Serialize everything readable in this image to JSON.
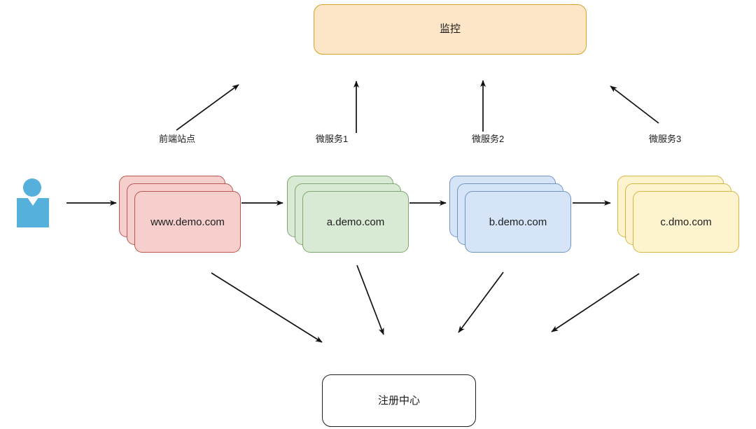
{
  "diagram": {
    "title_top": "监控",
    "title_bottom": "注册中心",
    "nodes": {
      "monitor": {
        "label": "监控",
        "fill": "#fde5c8",
        "stroke": "#d6a329"
      },
      "registry": {
        "label": "注册中心",
        "fill": "#ffffff",
        "stroke": "#1f1f1f"
      },
      "frontend": {
        "label": "www.demo.com",
        "fill": "#f6cecc",
        "stroke": "#b95650"
      },
      "service_a": {
        "label": "a.demo.com",
        "fill": "#d8ead3",
        "stroke": "#7fa66f"
      },
      "service_b": {
        "label": "b.demo.com",
        "fill": "#d6e4f7",
        "stroke": "#6f95c4"
      },
      "service_c": {
        "label": "c.dmo.com",
        "fill": "#fdf3cf",
        "stroke": "#d8b541"
      }
    },
    "edge_labels": {
      "frontend_to_monitor": "前端站点",
      "service_a_to_monitor": "微服务1",
      "service_b_to_monitor": "微服务2",
      "service_c_to_monitor": "微服务3"
    },
    "actor": {
      "name": "user-actor",
      "color": "#55b0db"
    }
  }
}
